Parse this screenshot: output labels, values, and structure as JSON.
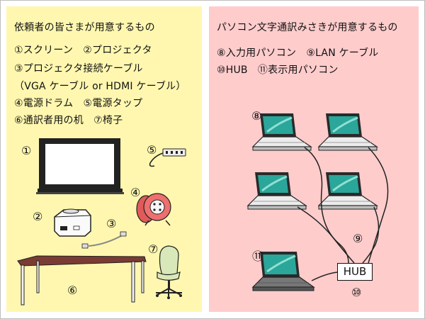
{
  "left_panel": {
    "heading": "依頼者の皆さまが用意するもの",
    "lines": [
      "①スクリーン　②プロジェクタ",
      "③プロジェクタ接続ケーブル",
      "（VGA ケーブル or HDMI ケーブル）",
      "④電源ドラム　⑤電源タップ",
      "⑥通訳者用の机　⑦椅子"
    ],
    "markers": {
      "screen": "①",
      "projector": "②",
      "cable": "③",
      "drum": "④",
      "tap": "⑤",
      "desk": "⑥",
      "chair": "⑦"
    }
  },
  "right_panel": {
    "heading": "パソコン文字通訳みさきが用意するもの",
    "lines": [
      "⑧入力用パソコン　⑨LAN ケーブル",
      "⑩HUB　⑪表示用パソコン"
    ],
    "markers": {
      "input_pc": "⑧",
      "lan": "⑨",
      "hub": "⑩",
      "display_pc": "⑪"
    },
    "hub_label": "HUB"
  },
  "colors": {
    "left_panel_bg": "#fff7b0",
    "right_panel_bg": "#ffcccc",
    "screen_teal": "#2aa69a",
    "desk_top": "#7a3b33",
    "chair": "#d9e8b8",
    "drum": "#ef6f6f"
  }
}
